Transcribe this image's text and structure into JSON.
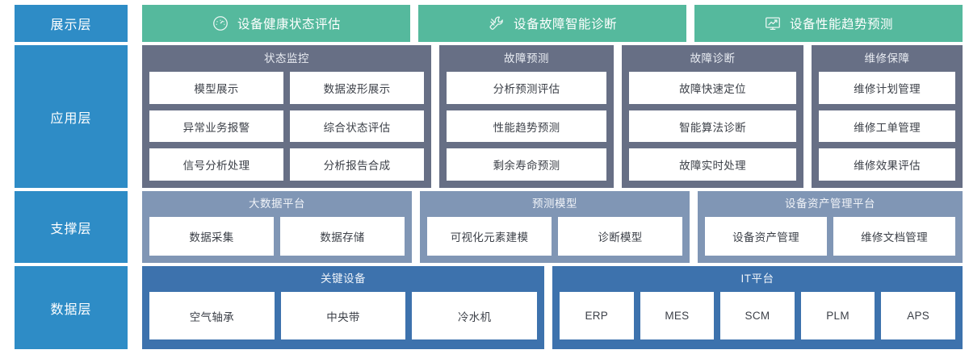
{
  "colors": {
    "layer_label": "#2e8cc6",
    "presentation": "#55b99d",
    "application": "#676f85",
    "support": "#8096b5",
    "data": "#3d72ad",
    "cell_bg": "#ffffff",
    "cell_text": "#3c4048"
  },
  "layers": {
    "presentation": {
      "label": "展示层",
      "cards": [
        {
          "icon": "gauge-icon",
          "label": "设备健康状态评估"
        },
        {
          "icon": "wrench-icon",
          "label": "设备故障智能诊断"
        },
        {
          "icon": "monitor-chart-icon",
          "label": "设备性能趋势预测"
        }
      ]
    },
    "application": {
      "label": "应用层",
      "groups": [
        {
          "title": "状态监控",
          "rows": [
            [
              "模型展示",
              "数据波形展示"
            ],
            [
              "异常业务报警",
              "综合状态评估"
            ],
            [
              "信号分析处理",
              "分析报告合成"
            ]
          ]
        },
        {
          "title": "故障预测",
          "rows": [
            [
              "分析预测评估"
            ],
            [
              "性能趋势预测"
            ],
            [
              "剩余寿命预测"
            ]
          ]
        },
        {
          "title": "故障诊断",
          "rows": [
            [
              "故障快速定位"
            ],
            [
              "智能算法诊断"
            ],
            [
              "故障实时处理"
            ]
          ]
        },
        {
          "title": "维修保障",
          "rows": [
            [
              "维修计划管理"
            ],
            [
              "维修工单管理"
            ],
            [
              "维修效果评估"
            ]
          ]
        }
      ]
    },
    "support": {
      "label": "支撑层",
      "groups": [
        {
          "title": "大数据平台",
          "rows": [
            [
              "数据采集",
              "数据存储"
            ]
          ]
        },
        {
          "title": "预测模型",
          "rows": [
            [
              "可视化元素建模",
              "诊断模型"
            ]
          ]
        },
        {
          "title": "设备资产管理平台",
          "rows": [
            [
              "设备资产管理",
              "维修文档管理"
            ]
          ]
        }
      ]
    },
    "data": {
      "label": "数据层",
      "groups": [
        {
          "title": "关键设备",
          "rows": [
            [
              "空气轴承",
              "中央带",
              "冷水机"
            ]
          ]
        },
        {
          "title": "IT平台",
          "rows": [
            [
              "ERP",
              "MES",
              "SCM",
              "PLM",
              "APS"
            ]
          ]
        }
      ]
    }
  }
}
